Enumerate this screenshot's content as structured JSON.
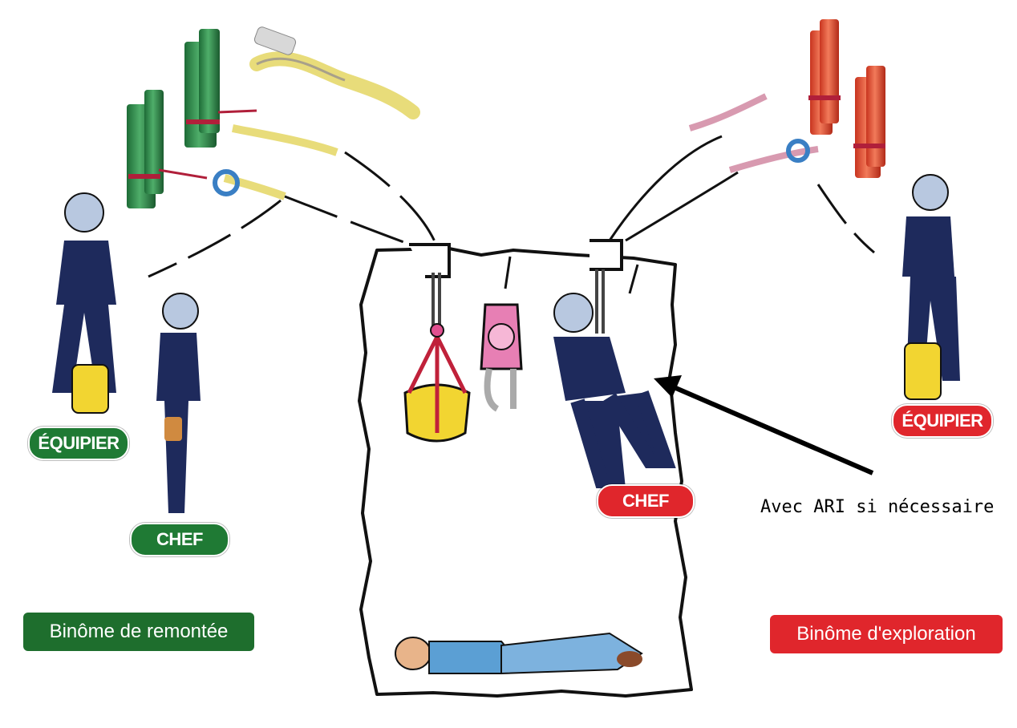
{
  "colors": {
    "green_team": "#1e6e2d",
    "red_team": "#e0262c",
    "badge_green": "#1f7a34",
    "badge_red": "#e0262c",
    "uniform_navy": "#1e2a5c",
    "anchor_green": "#2e8b4a",
    "anchor_red": "#e8563c",
    "rope_yellow": "#e8dc7a",
    "bag_yellow": "#f2d531",
    "pulley_pink": "#e77fb4",
    "victim_shirt": "#5b9fd4",
    "cave_outline": "#111111"
  },
  "left_team": {
    "label": "Binôme de remontée",
    "equipier_badge": "ÉQUIPIER",
    "chef_badge": "CHEF"
  },
  "right_team": {
    "label": "Binôme d'exploration",
    "equipier_badge": "ÉQUIPIER",
    "chef_badge": "CHEF"
  },
  "annotation": {
    "text": "Avec ARI si nécessaire"
  },
  "icons": {
    "left_anchors": "anchor-posts-icon",
    "right_anchors": "anchor-posts-icon",
    "knot": "figure-eight-knot-icon",
    "bag": "rescue-bag-icon",
    "pulley": "pulley-icon",
    "victim": "victim-figure-icon",
    "arrow": "pointer-arrow-icon"
  }
}
